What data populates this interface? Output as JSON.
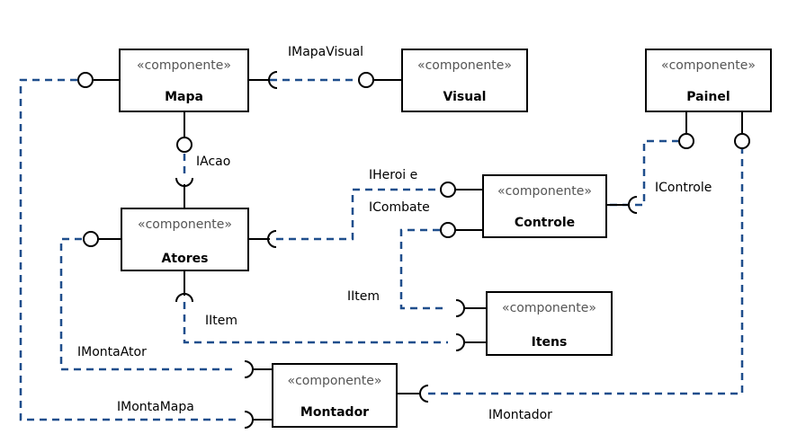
{
  "stereotype": "«componente»",
  "components": {
    "mapa": "Mapa",
    "visual": "Visual",
    "painel": "Painel",
    "atores": "Atores",
    "controle": "Controle",
    "itens": "Itens",
    "montador": "Montador"
  },
  "interfaces": {
    "imapavisual": "IMapaVisual",
    "iacao": "IAcao",
    "iheroi_line1": "IHeroi e",
    "iheroi_line2": "ICombate",
    "icontrole": "IControle",
    "iitem_controle": "IItem",
    "iitem_atores": "IItem",
    "imontaator": "IMontaAtor",
    "imontamapa": "IMontaMapa",
    "imontador": "IMontador"
  },
  "colors": {
    "connector": "#1f4e8c",
    "stereotype_text": "#555555"
  }
}
